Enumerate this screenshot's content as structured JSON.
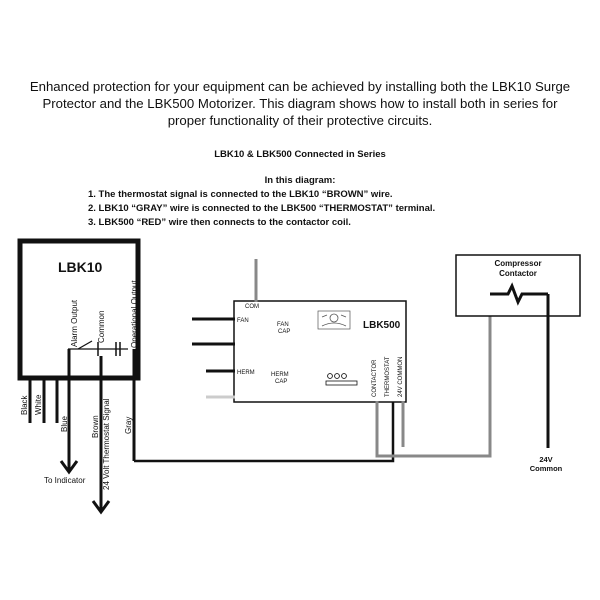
{
  "intro": {
    "line1": "Enhanced protection for your equipment can be achieved by installing both the LBK10 Surge",
    "line2": "Protector and the LBK500 Motorizer.  This diagram shows how to install both in series for",
    "line3": "proper functionality of their protective circuits."
  },
  "heading": "LBK10 & LBK500 Connected in Series",
  "subheading": "In this diagram:",
  "steps": [
    "1. The thermostat signal is connected to the LBK10 “BROWN” wire.",
    "2. LBK10 “GRAY” wire is connected to the LBK500 “THERMOSTAT” terminal.",
    "3. LBK500 “RED” wire then connects to the contactor coil."
  ],
  "lbk10": {
    "title": "LBK10",
    "alarm_output": "Alarm Output",
    "common": "Common",
    "operational_output": "Operational Output",
    "wires": {
      "black": "Black",
      "white": "White",
      "blue": "Blue",
      "brown": "Brown",
      "gray": "Gray"
    },
    "to_indicator": "To Indicator",
    "thermostat_signal": "24 Volt Thermostat Signal"
  },
  "lbk500": {
    "title": "LBK500",
    "com": "COM",
    "fan": "FAN",
    "fan_cap_1": "FAN",
    "fan_cap_2": "CAP",
    "herm": "HERM",
    "herm_cap_1": "HERM",
    "herm_cap_2": "CAP",
    "terminals": {
      "contactor": "CONTACTOR",
      "thermostat": "THERMOSTAT",
      "common": "24V COMMON"
    }
  },
  "contactor": {
    "line1": "Compressor",
    "line2": "Contactor"
  },
  "common_24v": {
    "line1": "24V",
    "line2": "Common"
  },
  "colors": {
    "black_wire": "#111111",
    "gray_wire": "#888888",
    "light_gray_wire": "#cccccc"
  }
}
